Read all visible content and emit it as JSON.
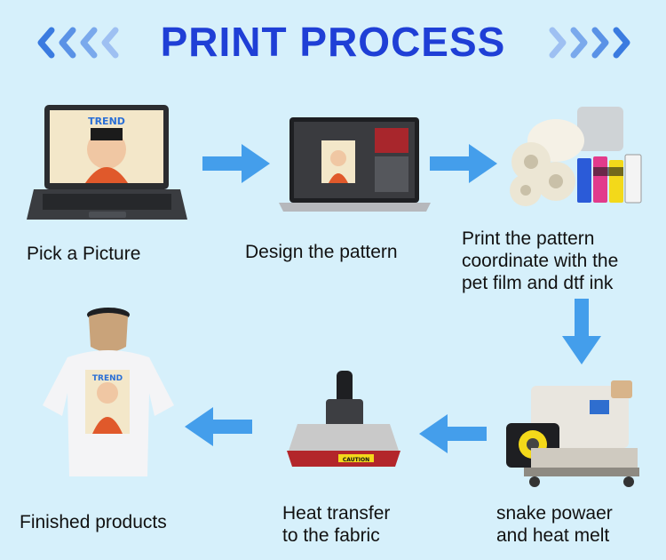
{
  "title": "PRINT PROCESS",
  "steps": [
    {
      "label": "Pick a Picture"
    },
    {
      "label": "Design the pattern"
    },
    {
      "label": "Print the pattern\ncoordinate with the\npet film and dtf ink"
    },
    {
      "label": "snake powaer\nand heat melt"
    },
    {
      "label": "Heat transfer\nto the fabric"
    },
    {
      "label": "Finished products"
    }
  ],
  "artwork_text": "TREND",
  "caution_text": "CAUTION",
  "icons": {
    "arrows": "arrow-icon",
    "chevrons_left": "double-chevron-left-icon",
    "chevrons_right": "double-chevron-right-icon"
  },
  "colors": {
    "background": "#d6f0fb",
    "title": "#1f3fd6",
    "arrow": "#2a8fe8",
    "chevron": "#4a90e2"
  }
}
